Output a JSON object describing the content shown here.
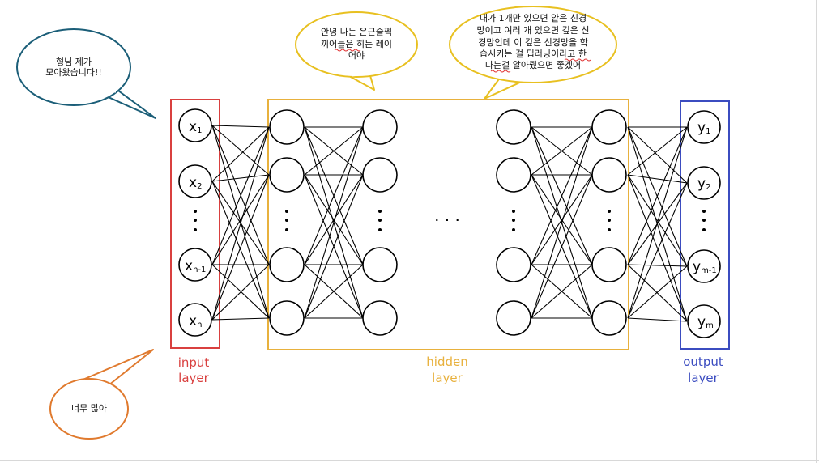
{
  "bubbles": {
    "top_left": [
      "형님 제가",
      "모아왔습니다!!"
    ],
    "hidden_intro": [
      "안녕 나는 은근슬쩍",
      "끼어들은 히든 레이",
      "어야"
    ],
    "deep_learning": [
      "내가 1개만 있으면 얕은 신경",
      "망이고 여러 개 있으면 깊은 신",
      "경망인데 이 깊은 신경망을 학",
      "습시키는 걸 딥러닝이라고 한",
      "다는걸 알아줬으면 좋겠어"
    ],
    "too_many": [
      "너무 많아"
    ]
  },
  "layers": {
    "input": {
      "line1": "input",
      "line2": "layer",
      "color": "#d9403f"
    },
    "hidden": {
      "line1": "hidden",
      "line2": "layer",
      "color": "#e8b13d"
    },
    "output": {
      "line1": "output",
      "line2": "layer",
      "color": "#3b4cc0"
    }
  },
  "nodes": {
    "input": {
      "x1": {
        "base": "x",
        "sub": "1"
      },
      "x2": {
        "base": "x",
        "sub": "2"
      },
      "xn1": {
        "base": "x",
        "sub": "n-1"
      },
      "xn": {
        "base": "x",
        "sub": "n"
      }
    },
    "output": {
      "y1": {
        "base": "y",
        "sub": "1"
      },
      "y2": {
        "base": "y",
        "sub": "2"
      },
      "ym1": {
        "base": "y",
        "sub": "m-1"
      },
      "ym": {
        "base": "y",
        "sub": "m"
      }
    },
    "between_dots": "· · ·"
  },
  "colors": {
    "bubble_teal": "#1b5e78",
    "bubble_yellow": "#e8c020",
    "bubble_orange": "#e07a2e",
    "squiggle": "#e03030"
  }
}
